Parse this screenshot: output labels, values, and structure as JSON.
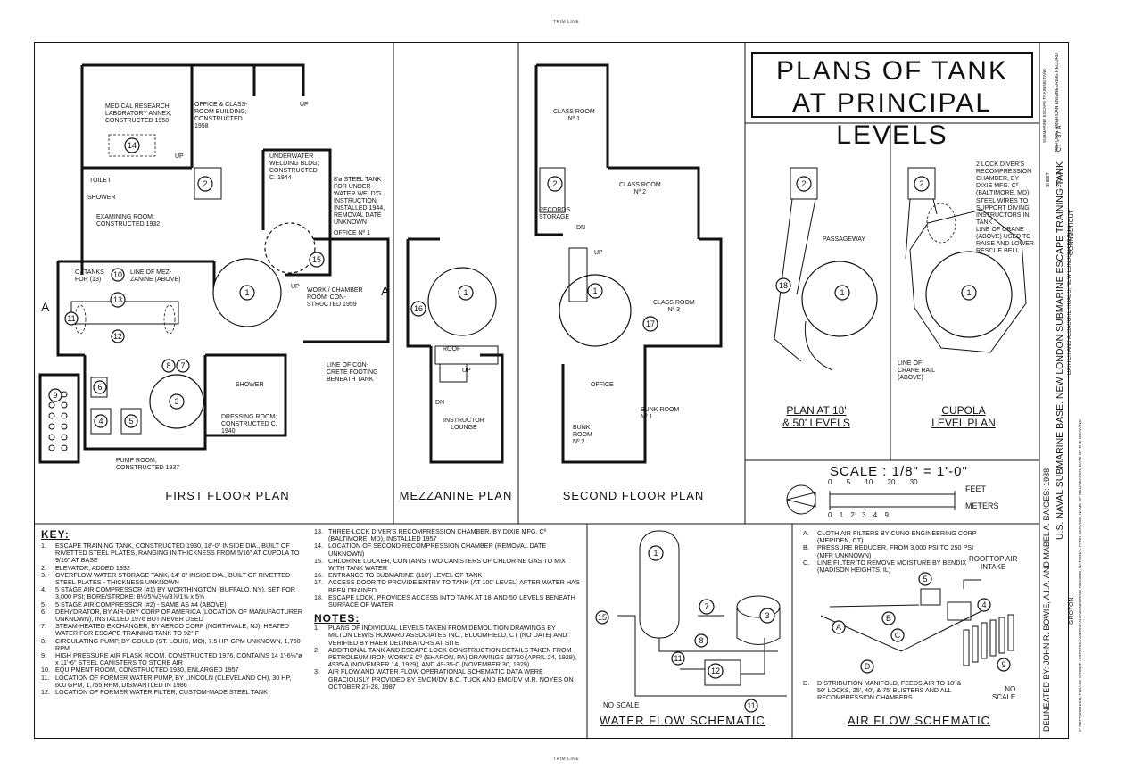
{
  "trim_line": "TRIM LINE",
  "title": {
    "line1": "PLANS OF TANK",
    "line2": "AT PRINCIPAL LEVELS"
  },
  "first_floor": {
    "title": "FIRST FLOOR PLAN",
    "labels": {
      "medical": "MEDICAL RESEARCH\nLABORATORY ANNEX;\nCONSTRUCTED 1950",
      "office": "OFFICE & CLASS-\nROOM BUILDING;\nCONSTRUCTED\n1958",
      "underwater": "UNDERWATER\nWELDING BLDG;\nCONSTRUCTED\nC. 1944",
      "steel_tank": "8'ø STEEL TANK\nFOR UNDER-\nWATER WELD'G\nINSTRUCTION;\nINSTALLED 1944,\nREMOVAL DATE\nUNKNOWN",
      "office1": "OFFICE Nº 1",
      "toilet": "TOILET",
      "shower": "SHOWER",
      "exam": "EXAMINING ROOM;\nCONSTRUCTED 1932",
      "o2": "O₂ TANKS\nFOR (13)",
      "mezz_line": "LINE OF MEZ-\nZANINE (ABOVE)",
      "work": "WORK / CHAMBER\nROOM; CON-\nSTRUCTED 1959",
      "footing": "LINE OF CON-\nCRETE FOOTING\nBENEATH TANK",
      "shower2": "SHOWER",
      "dressing": "DRESSING ROOM;\nCONSTRUCTED C.\n1940",
      "pump": "PUMP ROOM;\nCONSTRUCTED 1937",
      "up": "UP",
      "a": "A"
    }
  },
  "mezzanine": {
    "title": "MEZZANINE PLAN",
    "roof": "ROOF",
    "lounge": "INSTRUCTOR\nLOUNGE",
    "dn": "DN",
    "up": "UP"
  },
  "second_floor": {
    "title": "SECOND FLOOR PLAN",
    "class1": "CLASS ROOM\nNº 1",
    "class2": "CLASS ROOM\nNº 2",
    "class3": "CLASS ROOM\nNº 3",
    "records": "RECORDS\nSTORAGE",
    "office": "OFFICE",
    "bunk1": "BUNK ROOM\nNº 1",
    "bunk2": "BUNK\nROOM\nNº 2",
    "dn": "DN",
    "up": "UP"
  },
  "plan18": {
    "title": "PLAN AT 18'\n& 50' LEVELS",
    "passageway": "PASSAGEWAY"
  },
  "cupola": {
    "title": "CUPOLA\nLEVEL PLAN",
    "chamber": "2 LOCK DIVER'S\nRECOMPRESSION\nCHAMBER, BY\nDIXIE MFG. Cº\n(BALTIMORE, MD)",
    "wires": "STEEL WIRES TO\nSUPPORT DIVING\nINSTRUCTORS IN\nTANK",
    "crane": "LINE OF CRANE\n(ABOVE) USED TO\nRAISE AND LOWER\nRESCUE BELL",
    "rail": "LINE OF\nCRANE RAIL\n(ABOVE)"
  },
  "scale": {
    "label": "SCALE : 1/8\" = 1'-0\"",
    "feet_ticks": [
      "0",
      "5",
      "10",
      "20",
      "30"
    ],
    "feet_unit": "FEET",
    "meter_ticks": [
      "0",
      "1",
      "2",
      "3",
      "4",
      "9"
    ],
    "meter_unit": "METERS"
  },
  "key": {
    "heading": "KEY:",
    "items": [
      {
        "n": "1.",
        "t": "ESCAPE TRAINING TANK, CONSTRUCTED 1930, 18'-0\" INSIDE DIA., BUILT OF RIVETTED STEEL PLATES, RANGING IN THICKNESS FROM 5/16\" AT CUPOLA TO 9/16\" AT BASE"
      },
      {
        "n": "2.",
        "t": "ELEVATOR, ADDED 1932"
      },
      {
        "n": "3.",
        "t": "OVERFLOW WATER STORAGE TANK, 14'-0\" INSIDE DIA., BUILT OF RIVETTED STEEL PLATES - THICKNESS UNKNOWN"
      },
      {
        "n": "4.",
        "t": "5 STAGE AIR COMPRESSOR (#1) BY WORTHINGTON (BUFFALO, NY), SET FOR 3,000 PSI; BORE/STROKE: 8¼/5⅝/3⅛/3⅞/1⅝ x 5⅝"
      },
      {
        "n": "5.",
        "t": "5 STAGE AIR COMPRESSOR (#2) - SAME AS #4 (ABOVE)"
      },
      {
        "n": "6.",
        "t": "DEHYDRATOR, BY AIR-DRY CORP OF AMERICA (LOCATION OF MANUFACTURER UNKNOWN), INSTALLED 1976 BUT NEVER USED"
      },
      {
        "n": "7.",
        "t": "STEAM-HEATED EXCHANGER, BY AERCO CORP (NORTHVALE, NJ); HEATED WATER FOR ESCAPE TRAINING TANK TO 92° F"
      },
      {
        "n": "8.",
        "t": "CIRCULATING PUMP, BY GOULD (ST. LOUIS, MO), 7.5 HP, GPM UNKNOWN, 1,750 RPM"
      },
      {
        "n": "9.",
        "t": "HIGH PRESSURE AIR FLASK ROOM, CONSTRUCTED 1976, CONTAINS 14 1'-6⅛\"ø x 11'-6\" STEEL CANISTERS TO STORE AIR"
      },
      {
        "n": "10.",
        "t": "EQUIPMENT ROOM, CONSTRUCTED 1930, ENLARGED 1957"
      },
      {
        "n": "11.",
        "t": "LOCATION OF FORMER WATER PUMP, BY LINCOLN (CLEVELAND OH), 30 HP, 600 GPM, 1,755 RPM, DISMANTLED IN 1986"
      },
      {
        "n": "12.",
        "t": "LOCATION OF FORMER WATER FILTER, CUSTOM-MADE STEEL TANK"
      },
      {
        "n": "13.",
        "t": "THREE-LOCK DIVER'S RECOMPRESSION CHAMBER, BY DIXIE MFG. Cº (BALTIMORE, MD), INSTALLED 1957"
      },
      {
        "n": "14.",
        "t": "LOCATION OF SECOND RECOMPRESSION CHAMBER (REMOVAL DATE UNKNOWN)"
      },
      {
        "n": "15.",
        "t": "CHLORINE LOCKER, CONTAINS TWO CANISTERS OF CHLORINE GAS TO MIX WITH TANK WATER"
      },
      {
        "n": "16.",
        "t": "ENTRANCE TO SUBMARINE (110') LEVEL OF TANK"
      },
      {
        "n": "17.",
        "t": "ACCESS DOOR TO PROVIDE ENTRY TO TANK (AT 100' LEVEL) AFTER WATER HAS BEEN DRAINED"
      },
      {
        "n": "18.",
        "t": "ESCAPE LOCK, PROVIDES ACCESS INTO TANK AT 18' AND 50' LEVELS BENEATH SURFACE OF WATER"
      }
    ]
  },
  "notes": {
    "heading": "NOTES:",
    "items": [
      {
        "n": "1.",
        "t": "PLANS OF INDIVIDUAL LEVELS TAKEN FROM DEMOLITION DRAWINGS BY MILTON LEWIS HOWARD ASSOCIATES INC., BLOOMFIELD, CT (NO DATE) AND VERIFIED BY HAER DELINEATORS AT SITE"
      },
      {
        "n": "2.",
        "t": "ADDITIONAL TANK AND ESCAPE LOCK CONSTRUCTION DETAILS TAKEN FROM PETROLEUM IRON WORK'S Cº (SHARON, PA) DRAWINGS 18750 (APRIL 24, 1929), 4935-A (NOVEMBER 14, 1929), AND 49-35-C (NOVEMBER 30, 1929)"
      },
      {
        "n": "3.",
        "t": "AIR FLOW AND WATER FLOW OPERATIONAL SCHEMATIC DATA WERE GRACIOUSLY PROVIDED BY EMCM/DV B.C. TUCK AND BMC/DV M.R. NOYES ON OCTOBER 27-28, 1987"
      }
    ]
  },
  "water": {
    "title": "WATER FLOW SCHEMATIC",
    "no_scale": "NO SCALE"
  },
  "air": {
    "title": "AIR FLOW SCHEMATIC",
    "no_scale": "NO\nSCALE",
    "rooftop": "ROOFTOP AIR\nINTAKE",
    "items": [
      {
        "n": "A.",
        "t": "CLOTH AIR FILTERS BY CUNO ENGINEERING CORP (MERIDEN, CT)"
      },
      {
        "n": "B.",
        "t": "PRESSURE REDUCER, FROM 3,000 PSI TO 250 PSI (MFR UNKNOWN)"
      },
      {
        "n": "C.",
        "t": "LINE FILTER TO REMOVE MOISTURE BY BENDIX (MADISON HEIGHTS, IL)"
      },
      {
        "n": "D.",
        "t": "DISTRIBUTION MANIFOLD, FEEDS AIR TO 18' & 50' LOCKS, 25', 40', & 75' BLISTERS AND ALL RECOMPRESSION CHAMBERS"
      }
    ]
  },
  "titleblock": {
    "delineated": "DELINEATED BY: JOHN R. BOWIE, A.I.A. AND MABEL A. BAIGES: 1988",
    "project": "U.S. NAVAL SUBMARINE BASE, NEW LONDON SUBMARINE ESCAPE TRAINING TANK",
    "location": "DARTER AND ALBACORE ROADS, NEW LONDON COUNTY",
    "city": "GROTON",
    "state": "CONNECTICUT",
    "reproduced": "IF REPRODUCED, PLEASE CREDIT: HISTORIC AMERICAN ENGINEERING RECORD, NATIONAL PARK SERVICE, NAME OF DELINEATOR, DATE OF THE DRAWING",
    "small": "SUBMARINE ESCAPE TRAINING TANK",
    "haer": "HISTORIC AMERICAN ENGINEERING RECORD",
    "haer_no": "CT - 37 A",
    "sheet_label": "SHEET",
    "sheet": "2 of 3"
  }
}
